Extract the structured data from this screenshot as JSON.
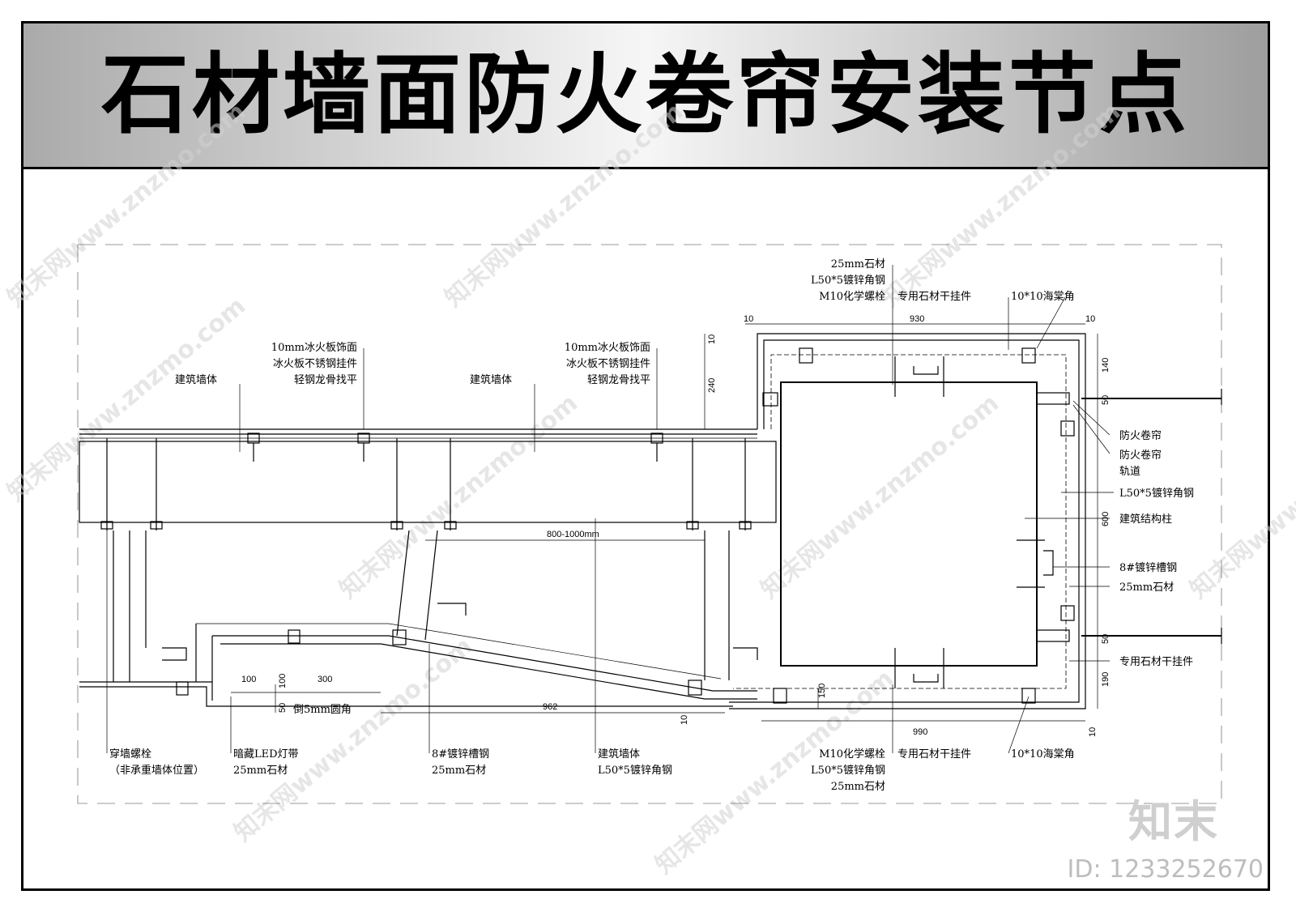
{
  "title": "石材墙面防火卷帘安装节点",
  "watermark": {
    "text": "知末网www.znzmo.com",
    "brand": "知末",
    "id": "ID: 1233252670"
  },
  "labels": {
    "top_stone": "25mm石材",
    "top_angle": "L50*5镀锌角钢",
    "top_bolt": "M10化学螺栓",
    "top_hanger": "专用石材干挂件",
    "top_corner": "10*10海棠角",
    "left_panel": "10mm冰火板饰面",
    "left_panel_hanger": "冰火板不锈钢挂件",
    "left_keel": "轻钢龙骨找平",
    "left_wall": "建筑墙体",
    "mid_panel": "10mm冰火板饰面",
    "mid_panel_hanger": "冰火板不锈钢挂件",
    "mid_keel": "轻钢龙骨找平",
    "mid_wall": "建筑墙体",
    "right_shutter": "防火卷帘",
    "right_track_1": "防火卷帘",
    "right_track_2": "轨道",
    "right_angle": "L50*5镀锌角钢",
    "right_column": "建筑结构柱",
    "right_channel": "8#镀锌槽钢",
    "right_stone": "25mm石材",
    "right_hanger": "专用石材干挂件",
    "bl_bolt_1": "穿墙螺栓",
    "bl_bolt_2": "（非承重墙体位置）",
    "bl_led": "暗藏LED灯带",
    "bl_stone": "25mm石材",
    "bl_round": "倒5mm圆角",
    "bm_channel": "8#镀锌槽钢",
    "bm_stone": "25mm石材",
    "bm_wall": "建筑墙体",
    "bm_angle": "L50*5镀锌角钢",
    "br_bolt": "M10化学螺栓",
    "br_hanger": "专用石材干挂件",
    "br_corner": "10*10海棠角",
    "br_angle": "L50*5镀锌角钢",
    "br_stone": "25mm石材"
  },
  "dimensions": {
    "d10a": "10",
    "d930": "930",
    "d10b": "10",
    "d10c": "10",
    "d140": "140",
    "d240": "240",
    "d50a": "50",
    "d600": "600",
    "d50b": "50",
    "d190": "190",
    "d150": "150",
    "d990": "990",
    "d10d": "10",
    "d800": "800-1000mm",
    "d100a": "100",
    "d100b": "100",
    "d300": "300",
    "d50c": "50",
    "d962": "962",
    "d10e": "10"
  }
}
